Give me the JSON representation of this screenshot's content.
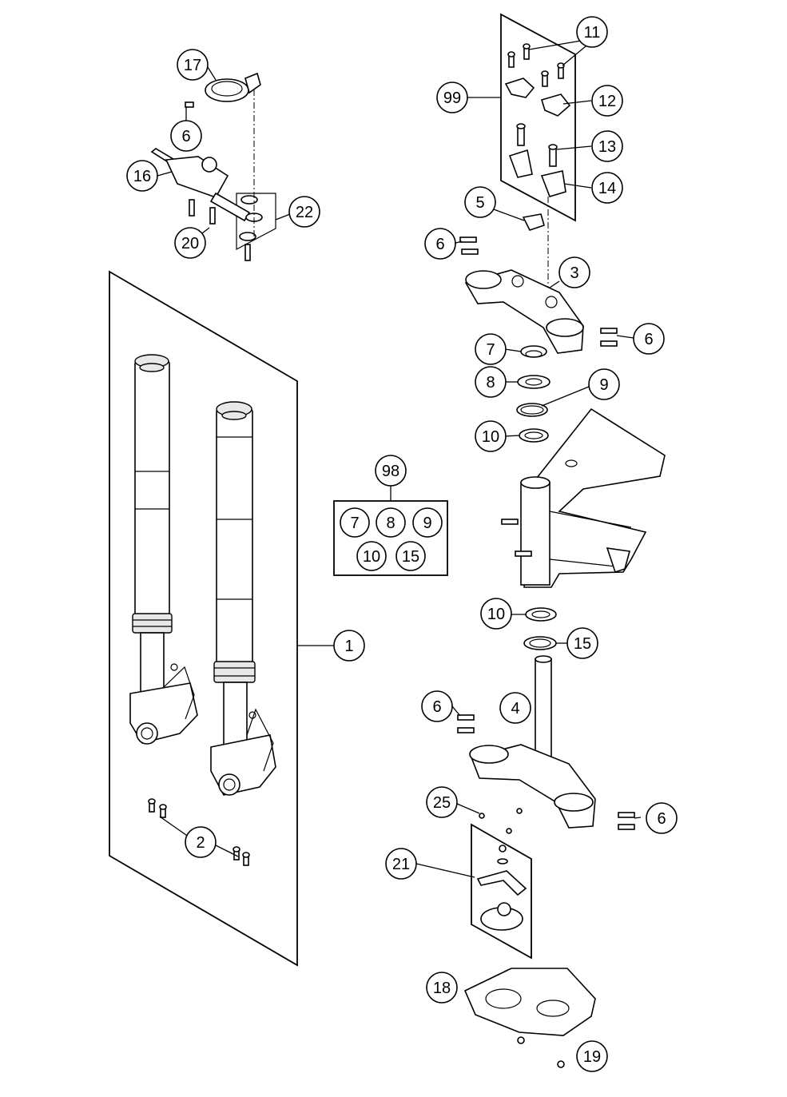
{
  "callouts": {
    "c1": "1",
    "c2": "2",
    "c3": "3",
    "c4": "4",
    "c5": "5",
    "c6a": "6",
    "c6b": "6",
    "c6c": "6",
    "c6d": "6",
    "c6e": "6",
    "c7a": "7",
    "c7b": "7",
    "c8a": "8",
    "c8b": "8",
    "c9a": "9",
    "c9b": "9",
    "c10a": "10",
    "c10b": "10",
    "c10c": "10",
    "c11": "11",
    "c12": "12",
    "c13": "13",
    "c14": "14",
    "c15a": "15",
    "c15b": "15",
    "c16": "16",
    "c17": "17",
    "c18": "18",
    "c19": "19",
    "c20": "20",
    "c21": "21",
    "c22": "22",
    "c25": "25",
    "c98": "98",
    "c99": "99"
  }
}
